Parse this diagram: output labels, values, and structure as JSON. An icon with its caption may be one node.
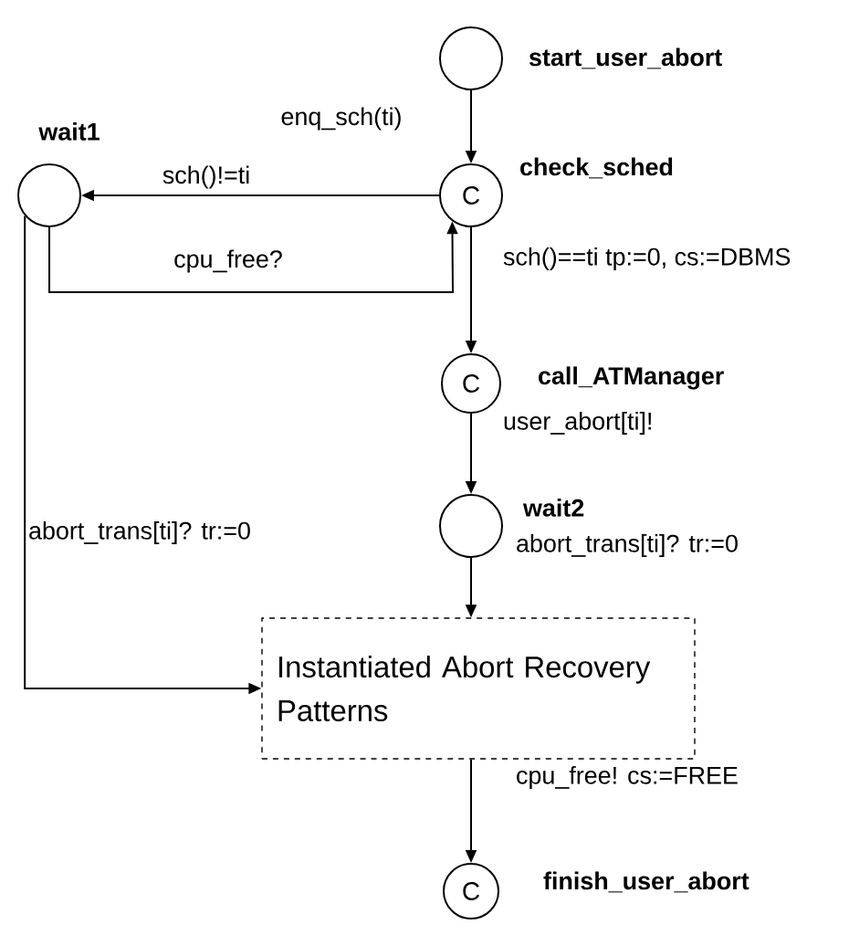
{
  "diagram": {
    "nodes": [
      {
        "text": [],
        "shape": "circle",
        "beside": [
          "start_user_abort"
        ]
      },
      {
        "text": [],
        "shape": "circle",
        "beside": [
          "wait1"
        ]
      },
      {
        "text": [
          "C"
        ],
        "beside": [
          "check_sched"
        ]
      },
      {
        "text": [
          "C"
        ],
        "beside": [
          "call_ATManager"
        ]
      },
      {
        "text": [],
        "shape": "circle",
        "beside": [
          "wait2"
        ]
      },
      {
        "text": [
          "Instantiated Abort Recovery Patterns"
        ]
      },
      {
        "text": [
          "C"
        ],
        "beside": [
          "finish_user_abort"
        ]
      }
    ],
    "edges": [
      {
        "from": 0,
        "to": 2,
        "arrow": "to",
        "label": "enq_sch(ti)"
      },
      {
        "from": 2,
        "to": 1,
        "arrow": "to",
        "label": "sch()!=ti"
      },
      {
        "from": 1,
        "to": 2,
        "arrow": "to",
        "label": "cpu_free?"
      },
      {
        "from": 2,
        "to": 3,
        "arrow": "to",
        "label": "sch()==ti tp:=0, cs:=DBMS"
      },
      {
        "from": 3,
        "to": 4,
        "arrow": "to",
        "label": "user_abort[ti]!"
      },
      {
        "from": 1,
        "to": 5,
        "arrow": "to",
        "label": "abort_trans[ti]? tr:=0"
      },
      {
        "from": 4,
        "to": 5,
        "arrow": "to",
        "label": "abort_trans[ti]? tr:=0"
      },
      {
        "from": 5,
        "to": 6,
        "arrow": "to",
        "label": "cpu_free! cs:=FREE"
      }
    ]
  }
}
